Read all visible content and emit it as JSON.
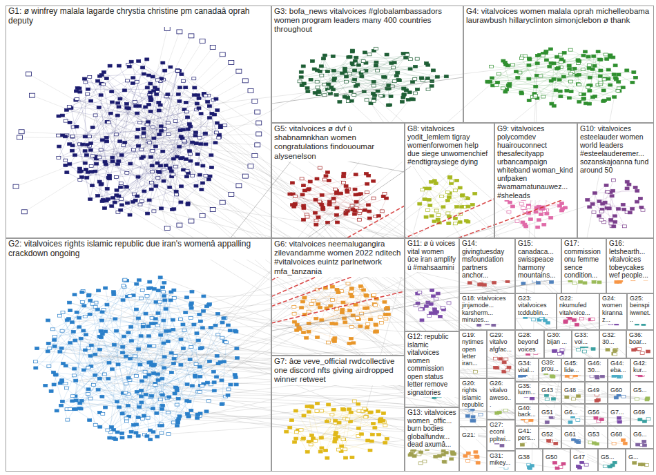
{
  "diagram": {
    "nodes": [
      {
        "text": [
          "G1: ø winfrey malala lagarde chrystia christine pm canadaâ oprah deputy"
        ]
      },
      {
        "text": [
          "G2: vitalvoices rights islamic republic due iran's womenâ appalling crackdown ongoing"
        ]
      },
      {
        "text": [
          "G3: bofa_news vitalvoices #globalambassadors women program leaders many 400 countries throughout"
        ]
      },
      {
        "text": [
          "G4: vitalvoices women malala oprah michelleobama laurawbush hillaryclinton simonjclebon ø thank"
        ]
      },
      {
        "text": [
          "G5: vitalvoices ø dvf ù shabnamnkhan women congratulations findououmar alysenelson"
        ]
      },
      {
        "text": [
          "G6: vitalvoices neemalugangira zilevandamme women 2022 nditech #vitalvoices euintz parlnetwork mfa_tanzania"
        ]
      },
      {
        "text": [
          "G7: âœ veve_official rwdcollective one discord nfts giving airdropped winner retweet"
        ]
      },
      {
        "text": [
          "G8: vitalvoices yodit_lemlem tigray womenforwomen help due siege unwomenchief #endtigraysiege dying"
        ]
      },
      {
        "text": [
          "G9: vitalvoices polycomdev huairouconnect thesafecityapp urbancampaign whiteband woman_kind unfpaken #wamamatunauwez... #sheleads"
        ]
      },
      {
        "text": [
          "G10: vitalvoices esteelauder women world leaders #esteelauderemer... sozanskajoanna fund around 50"
        ]
      },
      {
        "text": [
          "G11: ø ù voices vital women ûce iran amplify ú #mahsaamini"
        ]
      },
      {
        "text": [
          "G12: republic islamic vitalvoices women commission open status letter remove signatories"
        ]
      },
      {
        "text": [
          "G13: vitalvoices women_offic... burn bodies globalfundw... dead axumâ..."
        ]
      },
      {
        "text": [
          "G14: givingtuesday msfoundation partners anchor..."
        ]
      },
      {
        "text": [
          "G15: canadaca... swisspeace harmony mountains..."
        ]
      },
      {
        "text": [
          "G17: commission onu femme sence condition..."
        ]
      },
      {
        "text": [
          "G16: letshearth... vitalvoices tobeycakes wef people..."
        ]
      },
      {
        "text": [
          "G18: vitalvoices jinjamode... karsherm... minutes..."
        ]
      },
      {
        "text": [
          "G23: vitalvoices tcddublin..."
        ]
      },
      {
        "text": [
          "G22: nkumufed vitalvoice..."
        ]
      },
      {
        "text": [
          "G24: women kirannaz..."
        ]
      },
      {
        "text": [
          "G25: beinspi iwwnet..."
        ]
      },
      {
        "text": [
          "G19: nytimes open letter iran..."
        ]
      },
      {
        "text": [
          "G29: vitalvo afgfac..."
        ]
      },
      {
        "text": [
          "G20: rights islamic republic"
        ]
      },
      {
        "text": [
          "G26: vitalvo aweso..."
        ]
      },
      {
        "text": [
          "G21:"
        ]
      },
      {
        "text": [
          "G27: econi ppltwi..."
        ]
      },
      {
        "text": [
          "G31: mikey..."
        ]
      },
      {
        "text": [
          "G28: beyond voices"
        ]
      },
      {
        "text": [
          "G30: bijan ..."
        ]
      },
      {
        "text": [
          "G33: voi..."
        ]
      },
      {
        "text": [
          "G32: 30..."
        ]
      },
      {
        "text": [
          "G36: boar..."
        ]
      },
      {
        "text": [
          "G34: vital..."
        ]
      },
      {
        "text": [
          "G39: prou..."
        ]
      },
      {
        "text": [
          "G45: lide..."
        ]
      },
      {
        "text": [
          "G46: 30..."
        ]
      },
      {
        "text": [
          "G44: eba..."
        ]
      },
      {
        "text": [
          "G42: kur..."
        ]
      },
      {
        "text": [
          "G35: luzm..."
        ]
      },
      {
        "text": [
          "G43"
        ]
      },
      {
        "text": [
          "G48"
        ]
      },
      {
        "text": [
          "G49"
        ]
      },
      {
        "text": [
          "G60"
        ]
      },
      {
        "text": [
          "G5..."
        ]
      },
      {
        "text": [
          "G40: back..."
        ]
      },
      {
        "text": [
          "G51"
        ]
      },
      {
        "text": [
          "G6..."
        ]
      },
      {
        "text": [
          "G56"
        ]
      },
      {
        "text": [
          "G7..."
        ]
      },
      {
        "text": [
          "G69"
        ]
      },
      {
        "text": [
          "G41: pers..."
        ]
      },
      {
        "text": [
          "G52"
        ]
      },
      {
        "text": [
          "G61"
        ]
      },
      {
        "text": [
          "G53"
        ]
      },
      {
        "text": [
          "G68"
        ]
      },
      {
        "text": [
          "G6..."
        ]
      },
      {
        "text": [
          "G38"
        ]
      },
      {
        "text": [
          "G50"
        ]
      },
      {
        "text": [
          "G47"
        ]
      },
      {
        "text": [
          "G5..."
        ]
      },
      {
        "text": [
          "G..."
        ]
      }
    ],
    "edges": [
      {
        "from": 1,
        "to": 3,
        "arrow": "none"
      },
      {
        "from": 1,
        "to": 2,
        "arrow": "none"
      },
      {
        "from": 1,
        "to": 7,
        "arrow": "none"
      },
      {
        "from": 1,
        "to": 8,
        "arrow": "none"
      },
      {
        "from": 1,
        "to": 9,
        "arrow": "none"
      },
      {
        "from": 1,
        "to": 10,
        "arrow": "none"
      },
      {
        "from": 1,
        "to": 11,
        "arrow": "none"
      },
      {
        "from": 1,
        "to": 16,
        "arrow": "none"
      },
      {
        "from": 0,
        "to": 3,
        "arrow": "none"
      },
      {
        "from": 0,
        "to": 7,
        "arrow": "none"
      },
      {
        "from": 0,
        "to": 9,
        "arrow": "none"
      },
      {
        "from": 0,
        "to": 5,
        "arrow": "none"
      }
    ]
  }
}
